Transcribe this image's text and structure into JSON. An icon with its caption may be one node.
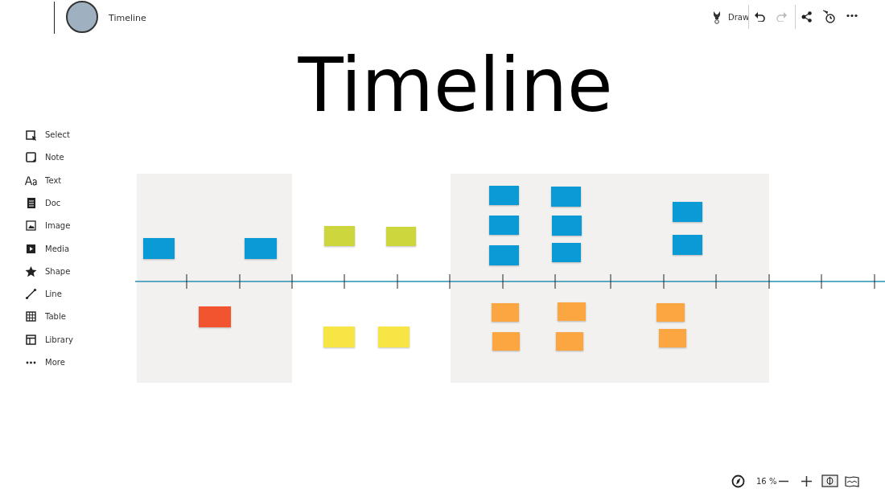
{
  "diagram": {
    "title": "Timeline",
    "nodes": [
      {
        "text": [],
        "shape": "box"
      },
      {
        "text": [],
        "shape": "box",
        "in": 0
      },
      {
        "text": [],
        "shape": "box",
        "in": 0
      },
      {
        "text": [],
        "shape": "box",
        "in": 0
      },
      {
        "text": [],
        "shape": "box"
      },
      {
        "text": [],
        "shape": "box"
      },
      {
        "text": [],
        "shape": "box"
      },
      {
        "text": [],
        "shape": "box"
      },
      {
        "text": [],
        "shape": "box"
      },
      {
        "text": [],
        "shape": "box",
        "in": 8
      },
      {
        "text": [],
        "shape": "box",
        "in": 8
      },
      {
        "text": [],
        "shape": "box",
        "in": 8
      },
      {
        "text": [],
        "shape": "box",
        "in": 8
      },
      {
        "text": [],
        "shape": "box",
        "in": 8
      },
      {
        "text": [],
        "shape": "box",
        "in": 8
      },
      {
        "text": [],
        "shape": "box",
        "in": 8
      },
      {
        "text": [],
        "shape": "box",
        "in": 8
      },
      {
        "text": [],
        "shape": "box",
        "in": 8
      },
      {
        "text": [],
        "shape": "box",
        "in": 8
      },
      {
        "text": [],
        "shape": "box"
      },
      {
        "text": [],
        "shape": "box",
        "in": 19
      },
      {
        "text": [],
        "shape": "box",
        "in": 19
      },
      {
        "text": [],
        "shape": "box",
        "in": 19
      },
      {
        "text": [],
        "shape": "box",
        "in": 19
      }
    ],
    "labels": [
      "Timeline",
      "Draw",
      "Select",
      "Note",
      "Text",
      "Doc",
      "Image",
      "Media",
      "Shape",
      "Line",
      "Table",
      "Library",
      "More",
      "16 %"
    ]
  }
}
